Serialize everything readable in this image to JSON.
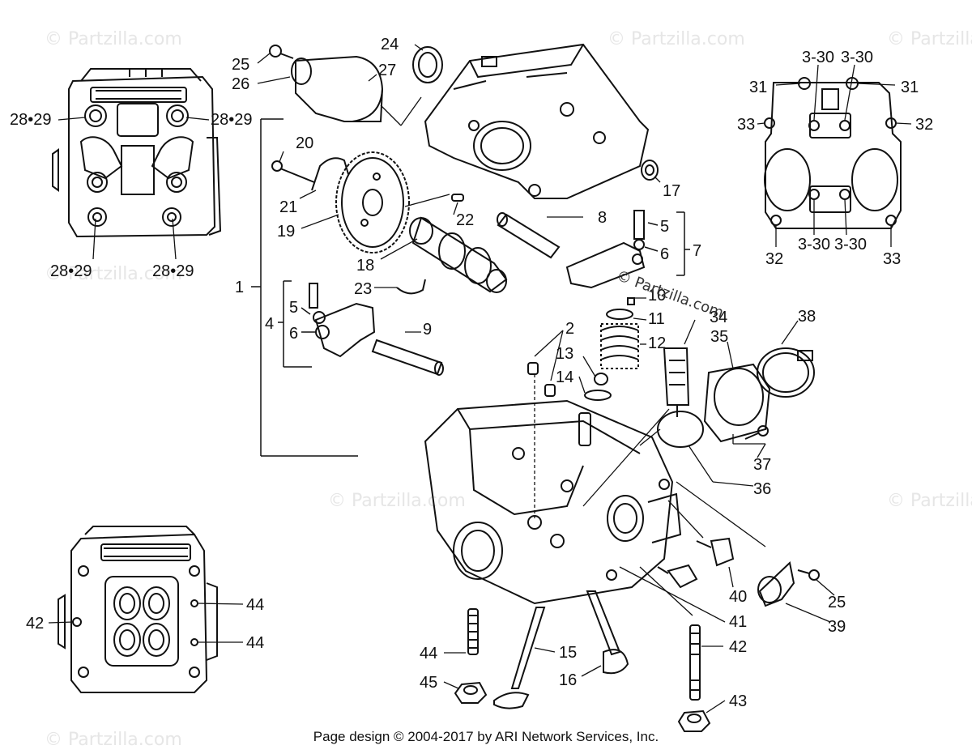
{
  "footer": "Page design © 2004-2017 by ARI Network Services, Inc.",
  "watermark": "© Partzilla.com",
  "callouts": {
    "p1": "1",
    "p2": "2",
    "p4": "4",
    "p5a": "5",
    "p5b": "5",
    "p6a": "6",
    "p6b": "6",
    "p7": "7",
    "p8": "8",
    "p9": "9",
    "p10": "10",
    "p11": "11",
    "p12": "12",
    "p13": "13",
    "p14": "14",
    "p15": "15",
    "p16": "16",
    "p17": "17",
    "p18": "18",
    "p19": "19",
    "p20": "20",
    "p21": "21",
    "p22": "22",
    "p23": "23",
    "p24": "24",
    "p25a": "25",
    "p25b": "25",
    "p26": "26",
    "p27": "27",
    "p2829a": "28•29",
    "p2829b": "28•29",
    "p2829c": "28•29",
    "p2829d": "28•29",
    "p330a": "3-30",
    "p330b": "3-30",
    "p330c": "3-30",
    "p330d": "3-30",
    "p31a": "31",
    "p31b": "31",
    "p32a": "32",
    "p32b": "32",
    "p33a": "33",
    "p33b": "33",
    "p34": "34",
    "p35": "35",
    "p36": "36",
    "p37": "37",
    "p38": "38",
    "p39": "39",
    "p40": "40",
    "p41": "41",
    "p42a": "42",
    "p42b": "42",
    "p43": "43",
    "p44a": "44",
    "p44b": "44",
    "p44c": "44",
    "p45": "45"
  }
}
